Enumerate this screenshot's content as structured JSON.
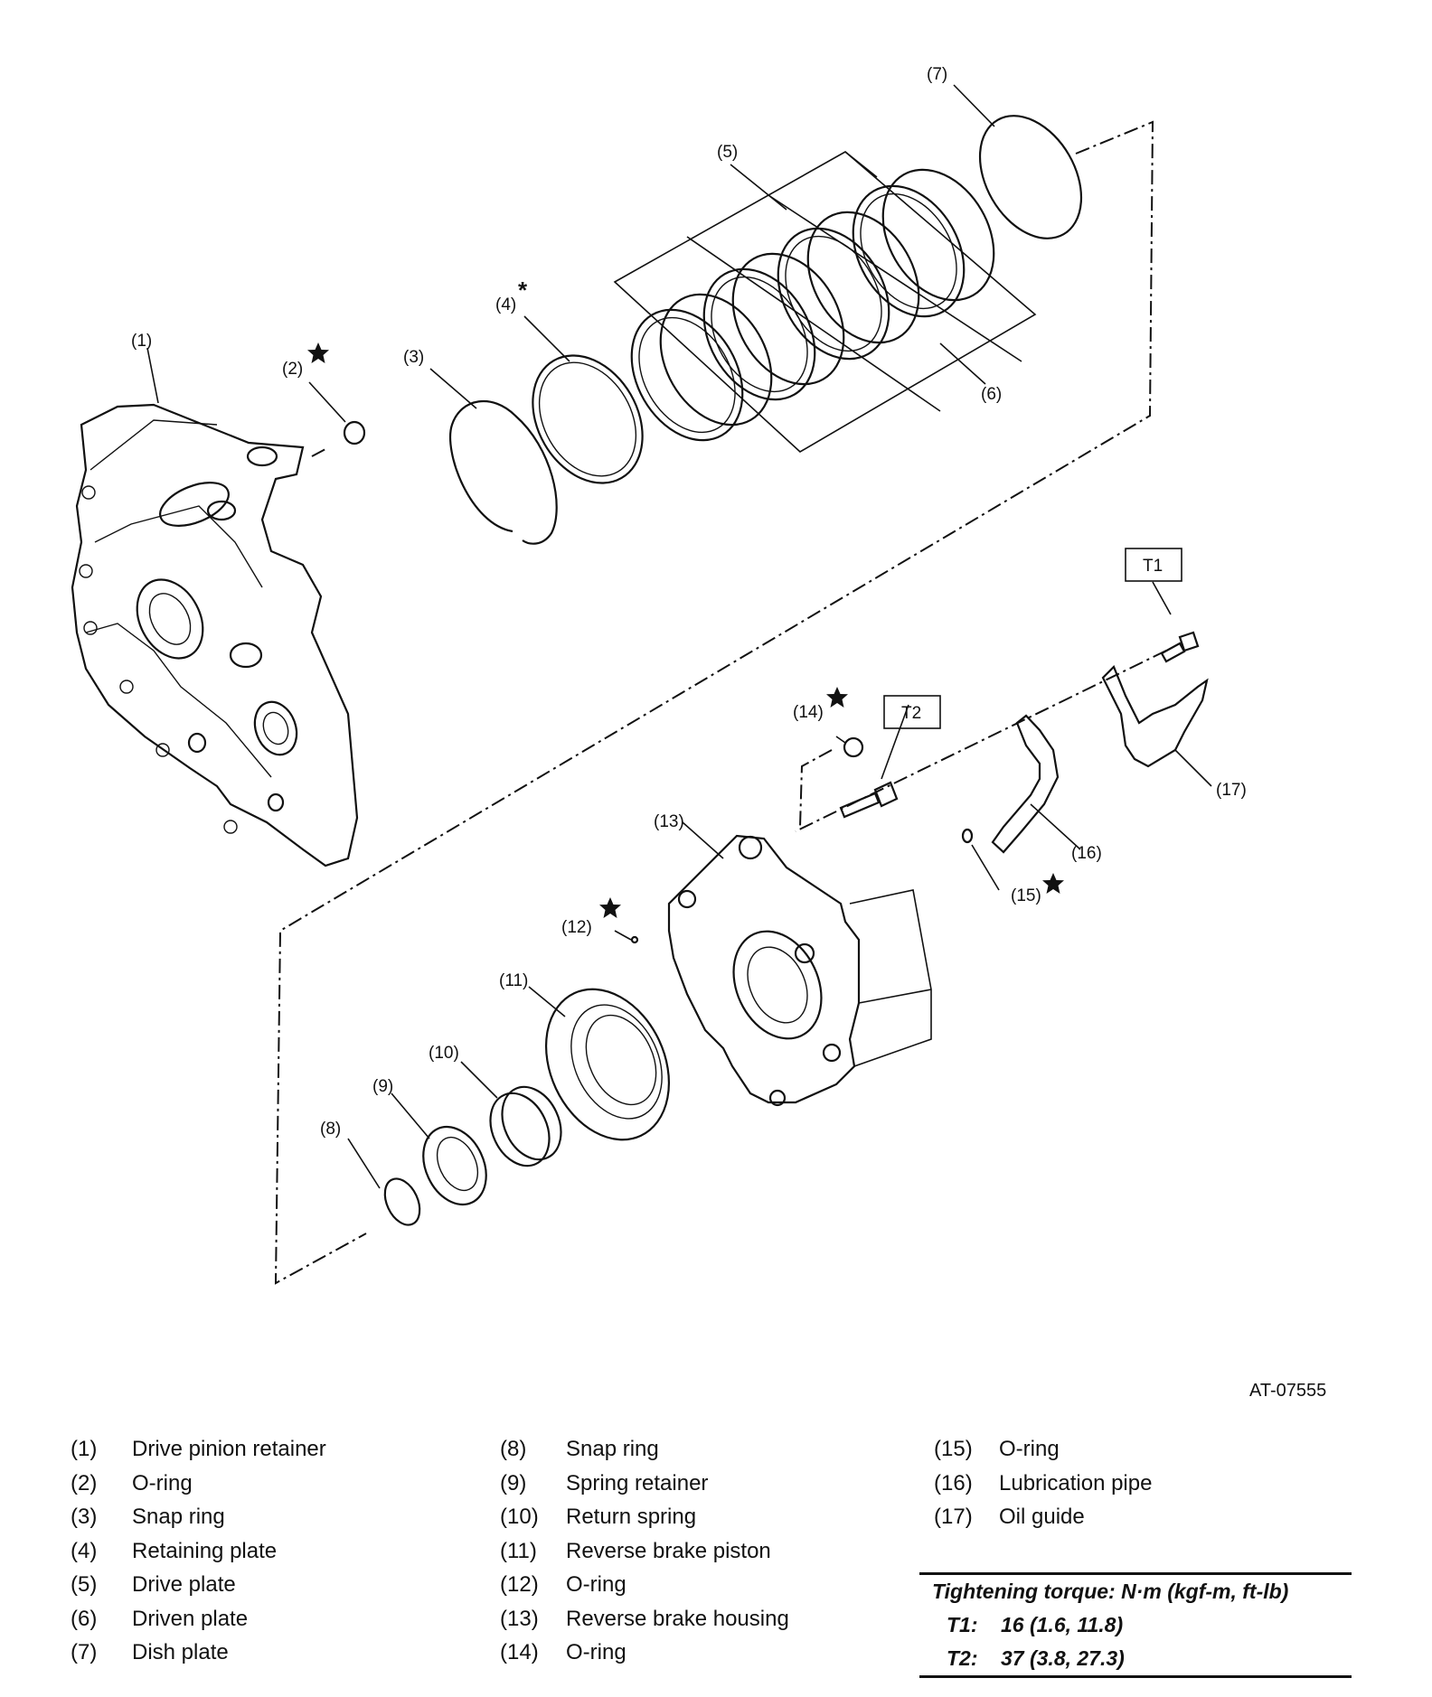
{
  "figure_id": "AT-07555",
  "callouts": {
    "c1": "(1)",
    "c2": "(2)",
    "c3": "(3)",
    "c4": "(4)",
    "c5": "(5)",
    "c6": "(6)",
    "c7": "(7)",
    "c8": "(8)",
    "c9": "(9)",
    "c10": "(10)",
    "c11": "(11)",
    "c12": "(12)",
    "c13": "(13)",
    "c14": "(14)",
    "c15": "(15)",
    "c16": "(16)",
    "c17": "(17)",
    "t1": "T1",
    "t2": "T2",
    "asterisk": "*"
  },
  "legend": {
    "col1": [
      {
        "num": "(1)",
        "name": "Drive pinion retainer"
      },
      {
        "num": "(2)",
        "name": "O-ring"
      },
      {
        "num": "(3)",
        "name": "Snap ring"
      },
      {
        "num": "(4)",
        "name": "Retaining plate"
      },
      {
        "num": "(5)",
        "name": "Drive plate"
      },
      {
        "num": "(6)",
        "name": "Driven plate"
      },
      {
        "num": "(7)",
        "name": "Dish plate"
      }
    ],
    "col2": [
      {
        "num": "(8)",
        "name": "Snap ring"
      },
      {
        "num": "(9)",
        "name": "Spring retainer"
      },
      {
        "num": "(10)",
        "name": "Return spring"
      },
      {
        "num": "(11)",
        "name": "Reverse brake piston"
      },
      {
        "num": "(12)",
        "name": "O-ring"
      },
      {
        "num": "(13)",
        "name": "Reverse brake housing"
      },
      {
        "num": "(14)",
        "name": "O-ring"
      }
    ],
    "col3": [
      {
        "num": "(15)",
        "name": "O-ring"
      },
      {
        "num": "(16)",
        "name": "Lubrication pipe"
      },
      {
        "num": "(17)",
        "name": "Oil guide"
      }
    ]
  },
  "torque": {
    "heading": "Tightening torque: N·m (kgf-m, ft-lb)",
    "rows": [
      {
        "key": "T1:",
        "value": "16 (1.6, 11.8)"
      },
      {
        "key": "T2:",
        "value": "37 (3.8, 27.3)"
      }
    ]
  }
}
